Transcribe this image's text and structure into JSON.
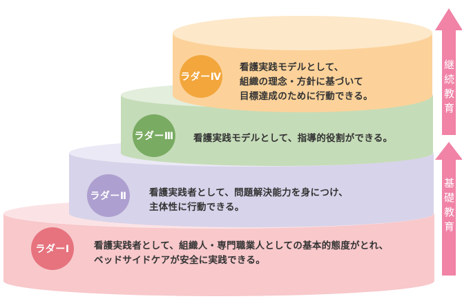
{
  "levels": [
    {
      "label": "ラダーⅠ",
      "lines": [
        "看護実践者として、組織人・専門職業人としての基本的態度がとれ、",
        "ベッドサイドケアが安全に実践できる。"
      ],
      "colors": {
        "body": "#f8c8cb",
        "top": "#fbe3e5",
        "badge": "#e6737e"
      }
    },
    {
      "label": "ラダーⅡ",
      "lines": [
        "看護実践者として、問題解決能力を身につけ、",
        "主体性に行動できる。"
      ],
      "colors": {
        "body": "#d7d3ea",
        "top": "#ebe9f5",
        "badge": "#ad9fcf"
      }
    },
    {
      "label": "ラダーⅢ",
      "lines": [
        "看護実践モデルとして、指導的役割ができる。"
      ],
      "colors": {
        "body": "#c5dcb8",
        "top": "#e3eedc",
        "badge": "#79ab62"
      }
    },
    {
      "label": "ラダーⅣ",
      "lines": [
        "看護実践モデルとして、",
        "組織の理念・方針に基づいて",
        "目標達成のために行動できる。"
      ],
      "colors": {
        "body": "#fcd29a",
        "top": "#fde8c9",
        "badge": "#f2a63c"
      }
    }
  ],
  "side_arrows": {
    "upper": {
      "label": "継続教育",
      "color": "#f083a6"
    },
    "lower": {
      "label": "基礎教育",
      "color": "#f083a6"
    }
  }
}
